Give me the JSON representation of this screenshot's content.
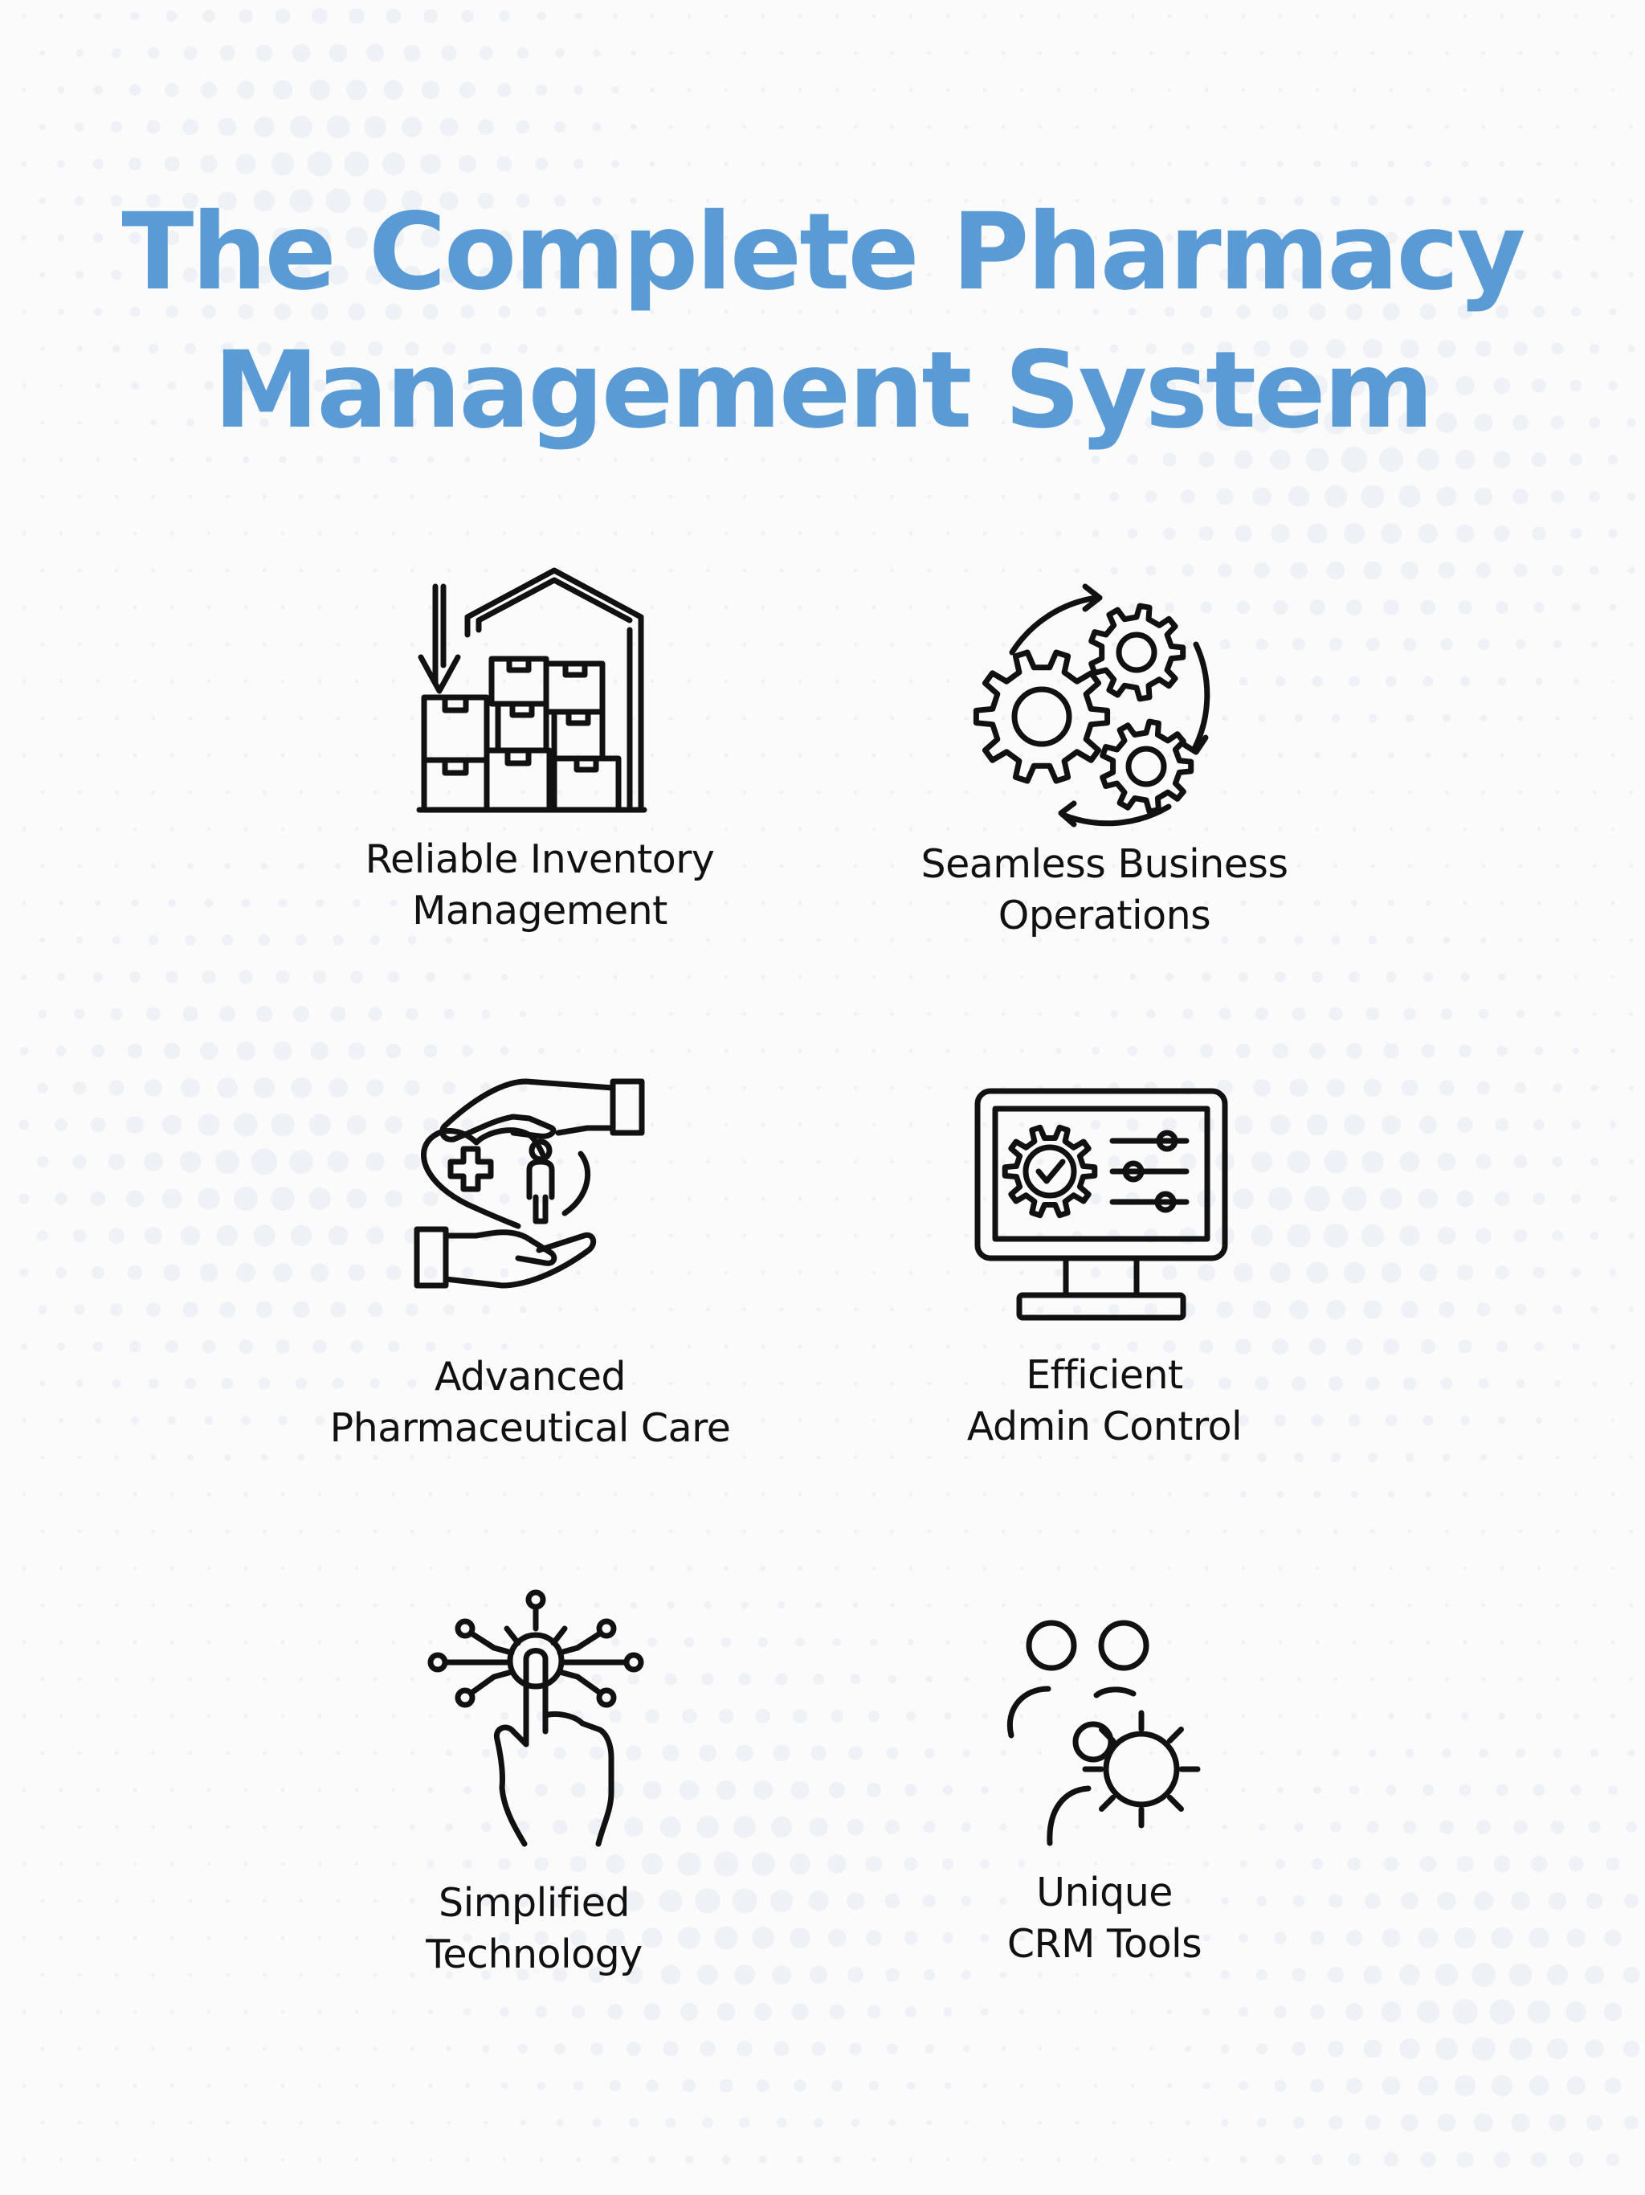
{
  "title": {
    "line1": "The Complete Pharmacy",
    "line2": "Management System"
  },
  "colors": {
    "title": "#5b9bd5",
    "text": "#111111",
    "background": "#fbfbfc"
  },
  "features": [
    {
      "icon": "warehouse-icon",
      "line1": "Reliable Inventory",
      "line2": "Management"
    },
    {
      "icon": "gears-cycle-icon",
      "line1": "Seamless Business",
      "line2": "Operations"
    },
    {
      "icon": "hands-heart-care-icon",
      "line1": "Advanced",
      "line2": "Pharmaceutical Care"
    },
    {
      "icon": "monitor-settings-icon",
      "line1": "Efficient",
      "line2": "Admin Control"
    },
    {
      "icon": "touch-technology-icon",
      "line1": "Simplified",
      "line2": "Technology"
    },
    {
      "icon": "users-gear-icon",
      "line1": "Unique",
      "line2": "CRM Tools"
    }
  ]
}
